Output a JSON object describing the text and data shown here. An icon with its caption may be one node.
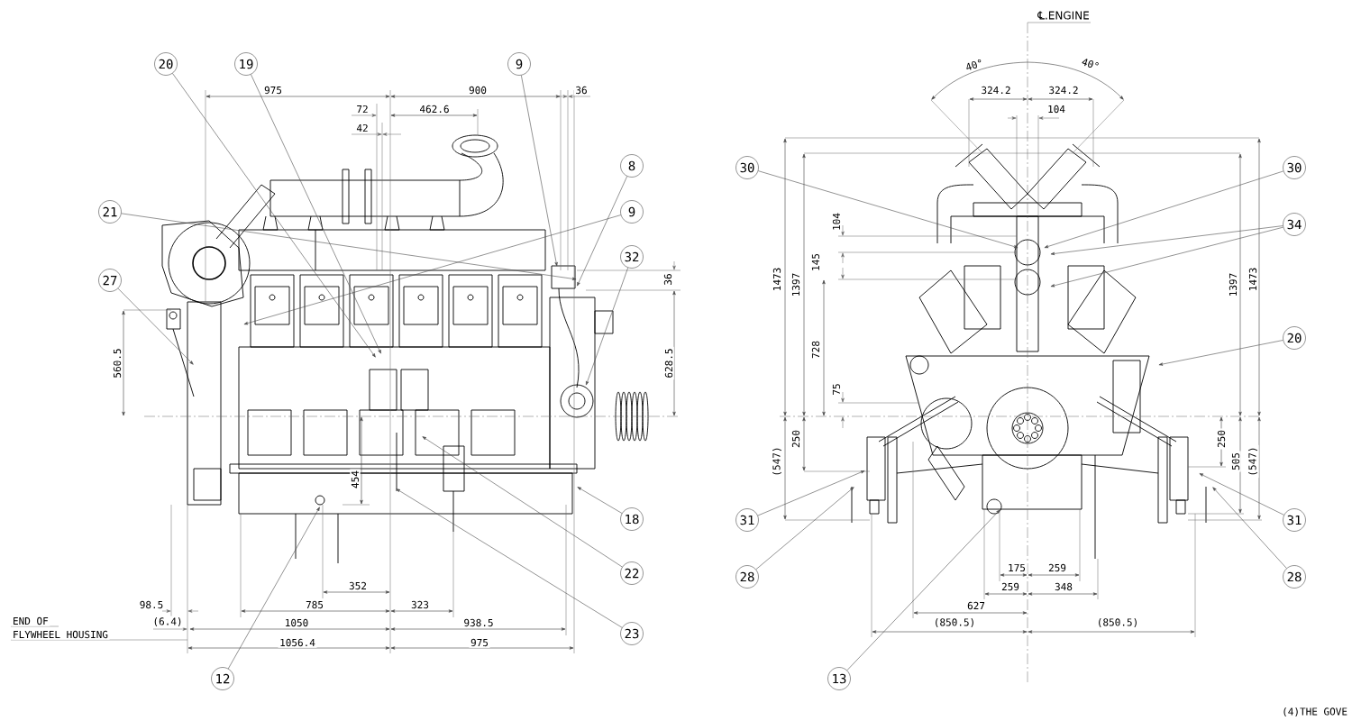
{
  "diagram": {
    "nodes": [
      {
        "text": [
          "20"
        ]
      },
      {
        "text": [
          "19"
        ]
      },
      {
        "text": [
          "9"
        ]
      },
      {
        "text": [
          "21"
        ]
      },
      {
        "text": [
          "8"
        ]
      },
      {
        "text": [
          "9"
        ]
      },
      {
        "text": [
          "27"
        ]
      },
      {
        "text": [
          "32"
        ]
      },
      {
        "text": [
          "18"
        ]
      },
      {
        "text": [
          "22"
        ]
      },
      {
        "text": [
          "23"
        ]
      },
      {
        "text": [
          "12"
        ]
      },
      {
        "text": [
          "30"
        ]
      },
      {
        "text": [
          "30"
        ]
      },
      {
        "text": [
          "34"
        ]
      },
      {
        "text": [
          "20"
        ]
      },
      {
        "text": [
          "31"
        ]
      },
      {
        "text": [
          "31"
        ]
      },
      {
        "text": [
          "28"
        ]
      },
      {
        "text": [
          "28"
        ]
      },
      {
        "text": [
          "13"
        ]
      }
    ],
    "edges": [
      {
        "from": 0,
        "to": null,
        "arrow": "to"
      },
      {
        "from": 1,
        "to": null,
        "arrow": "to"
      },
      {
        "from": 2,
        "to": null,
        "arrow": "to"
      },
      {
        "from": 3,
        "to": null,
        "arrow": "to"
      },
      {
        "from": 4,
        "to": null,
        "arrow": "to"
      },
      {
        "from": 5,
        "to": null,
        "arrow": "to"
      },
      {
        "from": 6,
        "to": null,
        "arrow": "to"
      },
      {
        "from": 7,
        "to": null,
        "arrow": "to"
      },
      {
        "from": 8,
        "to": null,
        "arrow": "to"
      },
      {
        "from": 9,
        "to": null,
        "arrow": "to"
      },
      {
        "from": 10,
        "to": null,
        "arrow": "to"
      },
      {
        "from": 11,
        "to": null,
        "arrow": "to"
      },
      {
        "from": 12,
        "to": null,
        "arrow": "to"
      },
      {
        "from": 13,
        "to": null,
        "arrow": "to"
      },
      {
        "from": 14,
        "to": null,
        "arrow": "to"
      },
      {
        "from": 14,
        "to": null,
        "arrow": "to"
      },
      {
        "from": 15,
        "to": null,
        "arrow": "to"
      },
      {
        "from": 16,
        "to": null,
        "arrow": "to"
      },
      {
        "from": 17,
        "to": null,
        "arrow": "to"
      },
      {
        "from": 18,
        "to": null,
        "arrow": "to"
      },
      {
        "from": 19,
        "to": null,
        "arrow": "to"
      },
      {
        "from": 20,
        "to": null,
        "arrow": "to"
      }
    ],
    "labels": [
      "975",
      "900",
      "36",
      "72",
      "462.6",
      "42",
      "36",
      "560.5",
      "628.5",
      "454",
      "352",
      "98.5",
      "785",
      "323",
      "END OF",
      "(6.4)",
      "1050",
      "938.5",
      "FLYWHEEL HOUSING",
      "1056.4",
      "975",
      "℄.ENGINE",
      "40°",
      "40°",
      "324.2",
      "324.2",
      "104",
      "1473",
      "1397",
      "104",
      "145",
      "728",
      "75",
      "1397",
      "1473",
      "250",
      "(547)",
      "250",
      "505",
      "(547)",
      "175",
      "259",
      "259",
      "348",
      "627",
      "(850.5)",
      "(850.5)",
      "(4)THE GOVE"
    ]
  }
}
